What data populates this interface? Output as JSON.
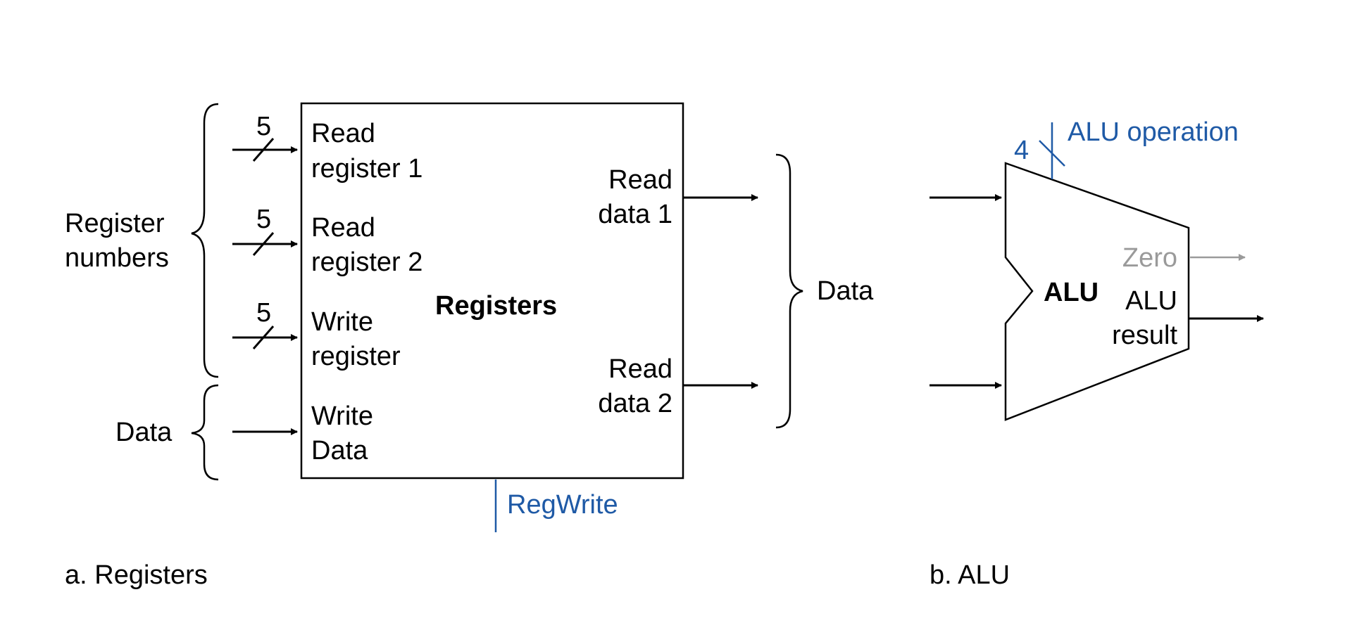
{
  "registers": {
    "block_label": "Registers",
    "inputs": {
      "read_register_1": [
        "Read",
        "register 1"
      ],
      "read_register_2": [
        "Read",
        "register 2"
      ],
      "write_register": [
        "Write",
        "register"
      ],
      "write_data": [
        "Write",
        "Data"
      ]
    },
    "outputs": {
      "read_data_1": [
        "Read",
        "data 1"
      ],
      "read_data_2": [
        "Read",
        "data 2"
      ]
    },
    "bus_width": "5",
    "group_register_numbers": [
      "Register",
      "numbers"
    ],
    "group_data_in": "Data",
    "group_data_out": "Data",
    "control": "RegWrite",
    "caption": "a. Registers"
  },
  "alu": {
    "block_label": "ALU",
    "control": "ALU operation",
    "control_width": "4",
    "zero": "Zero",
    "result": [
      "ALU",
      "result"
    ],
    "caption": "b. ALU"
  },
  "colors": {
    "control_blue": "#1f5aa6",
    "zero_gray": "#9a9a9a"
  }
}
